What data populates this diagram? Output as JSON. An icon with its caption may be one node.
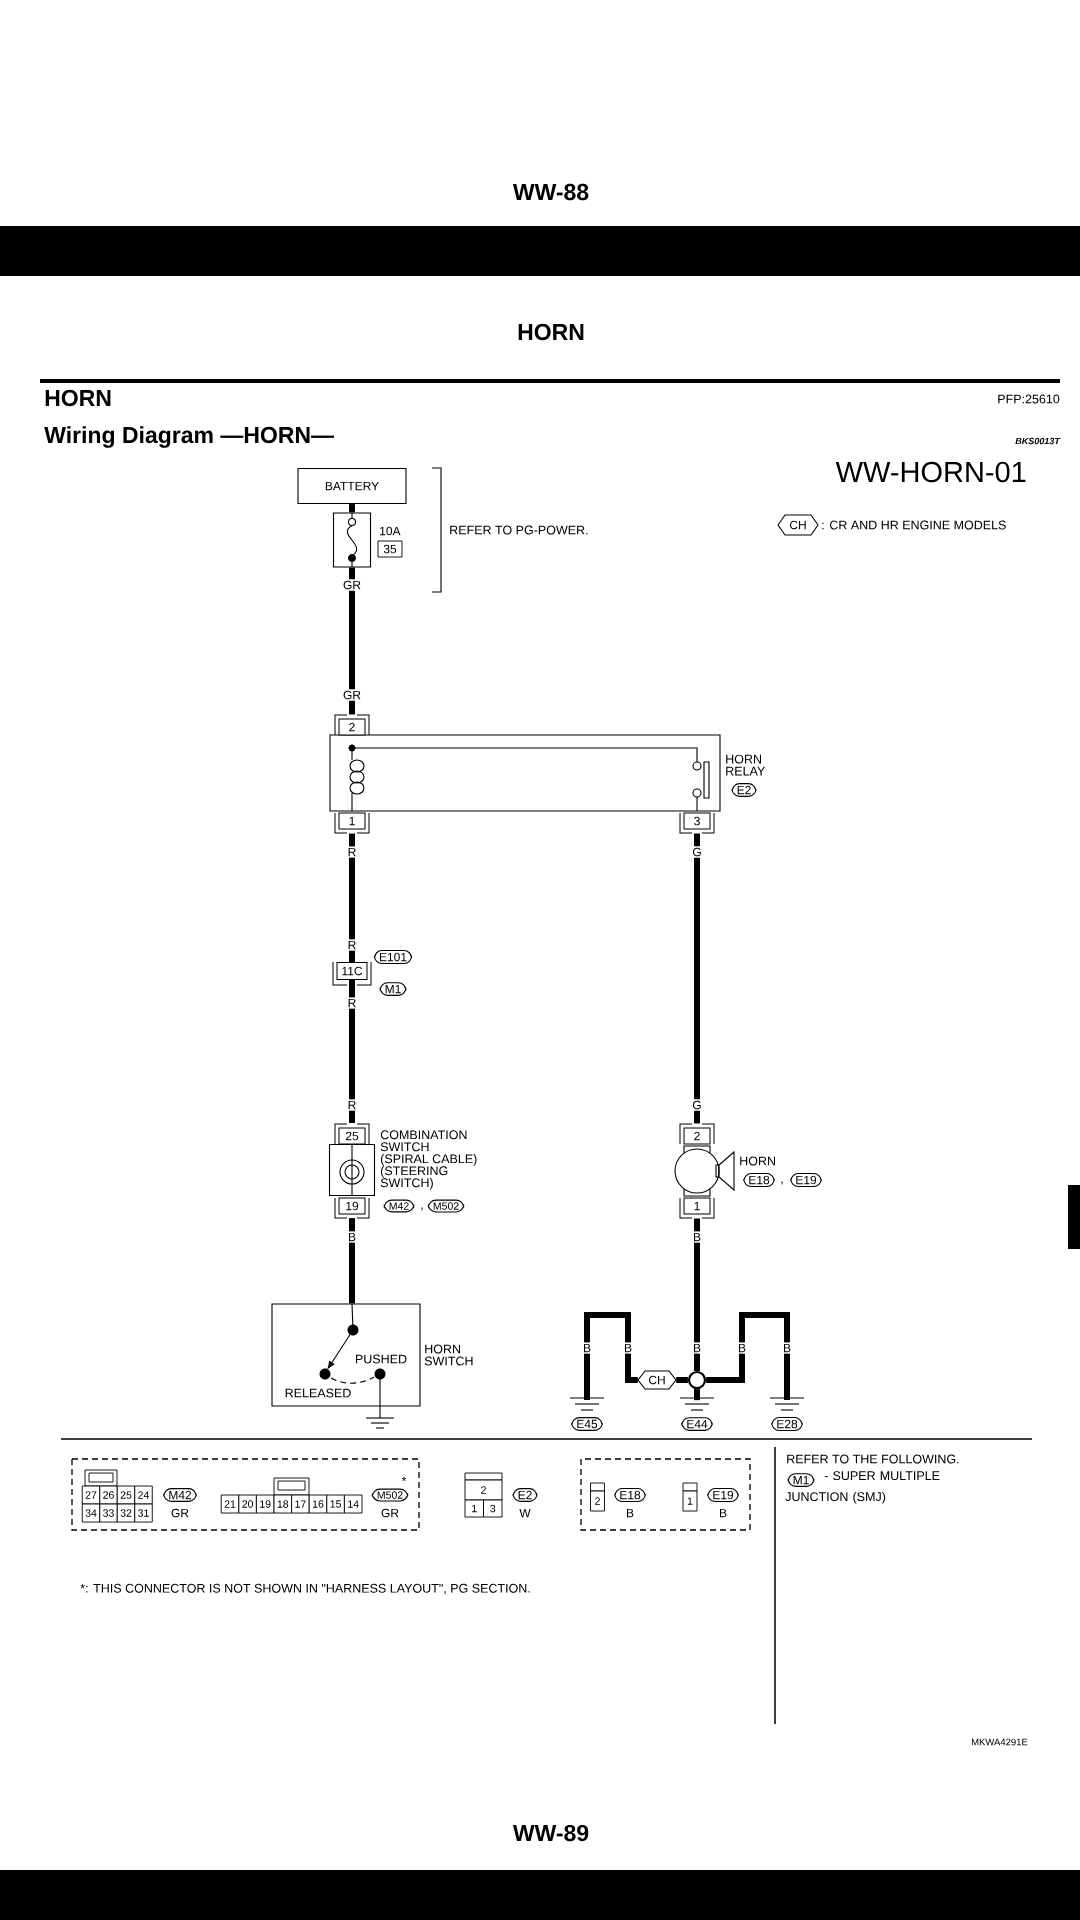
{
  "diagram": {
    "title": "HORN",
    "nodes": [
      {
        "text": [
          "BATTERY"
        ]
      },
      {
        "text": [
          "10A",
          "35"
        ]
      },
      {
        "text": [
          "2",
          "HORN RELAY",
          "E2",
          "1",
          "3"
        ]
      },
      {
        "text": [
          "11C",
          "E101",
          "M1"
        ]
      },
      {
        "text": [
          "25",
          "COMBINATION SWITCH (SPIRAL CABLE) (STEERING SWITCH)",
          "19",
          "M42",
          ",",
          "M502"
        ]
      },
      {
        "text": [
          "2",
          "HORN",
          "E18",
          ",",
          "E19",
          "1"
        ]
      },
      {
        "text": [
          "PUSHED",
          "HORN SWITCH",
          "RELEASED"
        ]
      },
      {
        "text": [],
        "shape": "circle"
      },
      {
        "text": [
          "CH"
        ]
      },
      {
        "text": [
          "E45"
        ]
      },
      {
        "text": [
          "E44"
        ]
      },
      {
        "text": [
          "E28"
        ]
      }
    ],
    "edges": [
      {
        "from": 0,
        "to": 1,
        "arrow": "none"
      },
      {
        "from": 1,
        "to": 2,
        "arrow": "none"
      },
      {
        "from": 2,
        "to": 3,
        "arrow": "none"
      },
      {
        "from": 3,
        "to": 4,
        "arrow": "none"
      },
      {
        "from": 4,
        "to": 6,
        "arrow": "none"
      },
      {
        "from": 2,
        "to": 5,
        "arrow": "none"
      },
      {
        "from": 5,
        "to": 7,
        "arrow": "none"
      },
      {
        "from": 7,
        "to": 10,
        "arrow": "none"
      },
      {
        "from": 7,
        "to": 8,
        "arrow": "none"
      },
      {
        "from": 8,
        "to": 9,
        "arrow": "none"
      },
      {
        "from": 7,
        "to": 11,
        "arrow": "none"
      }
    ],
    "labels": [
      "WW-88",
      "HORN",
      "PFP:25610",
      "Wiring Diagram —HORN—",
      "BKS0013T",
      "WW-HORN-01",
      "CH",
      ": CR AND HR ENGINE MODELS",
      "REFER TO PG-POWER.",
      "GR",
      "GR",
      "R",
      "G",
      "R",
      "R",
      "R",
      "G",
      "B",
      "B",
      "B",
      "B",
      "B",
      "B",
      "B",
      "27",
      "26",
      "25",
      "24",
      "34",
      "33",
      "32",
      "31",
      "M42",
      "GR",
      "21",
      "20",
      "19",
      "18",
      "17",
      "16",
      "15",
      "14",
      "M502",
      "*",
      "GR",
      "2",
      "1",
      "3",
      "E2",
      "W",
      "2",
      "E18",
      "B",
      "1",
      "E19",
      "B",
      "REFER TO THE FOLLOWING.",
      "M1",
      "- SUPER MULTIPLE JUNCTION (SMJ)",
      "*: THIS CONNECTOR IS NOT SHOWN IN \"HARNESS LAYOUT\", PG SECTION.",
      "MKWA4291E",
      "WW-89"
    ]
  }
}
